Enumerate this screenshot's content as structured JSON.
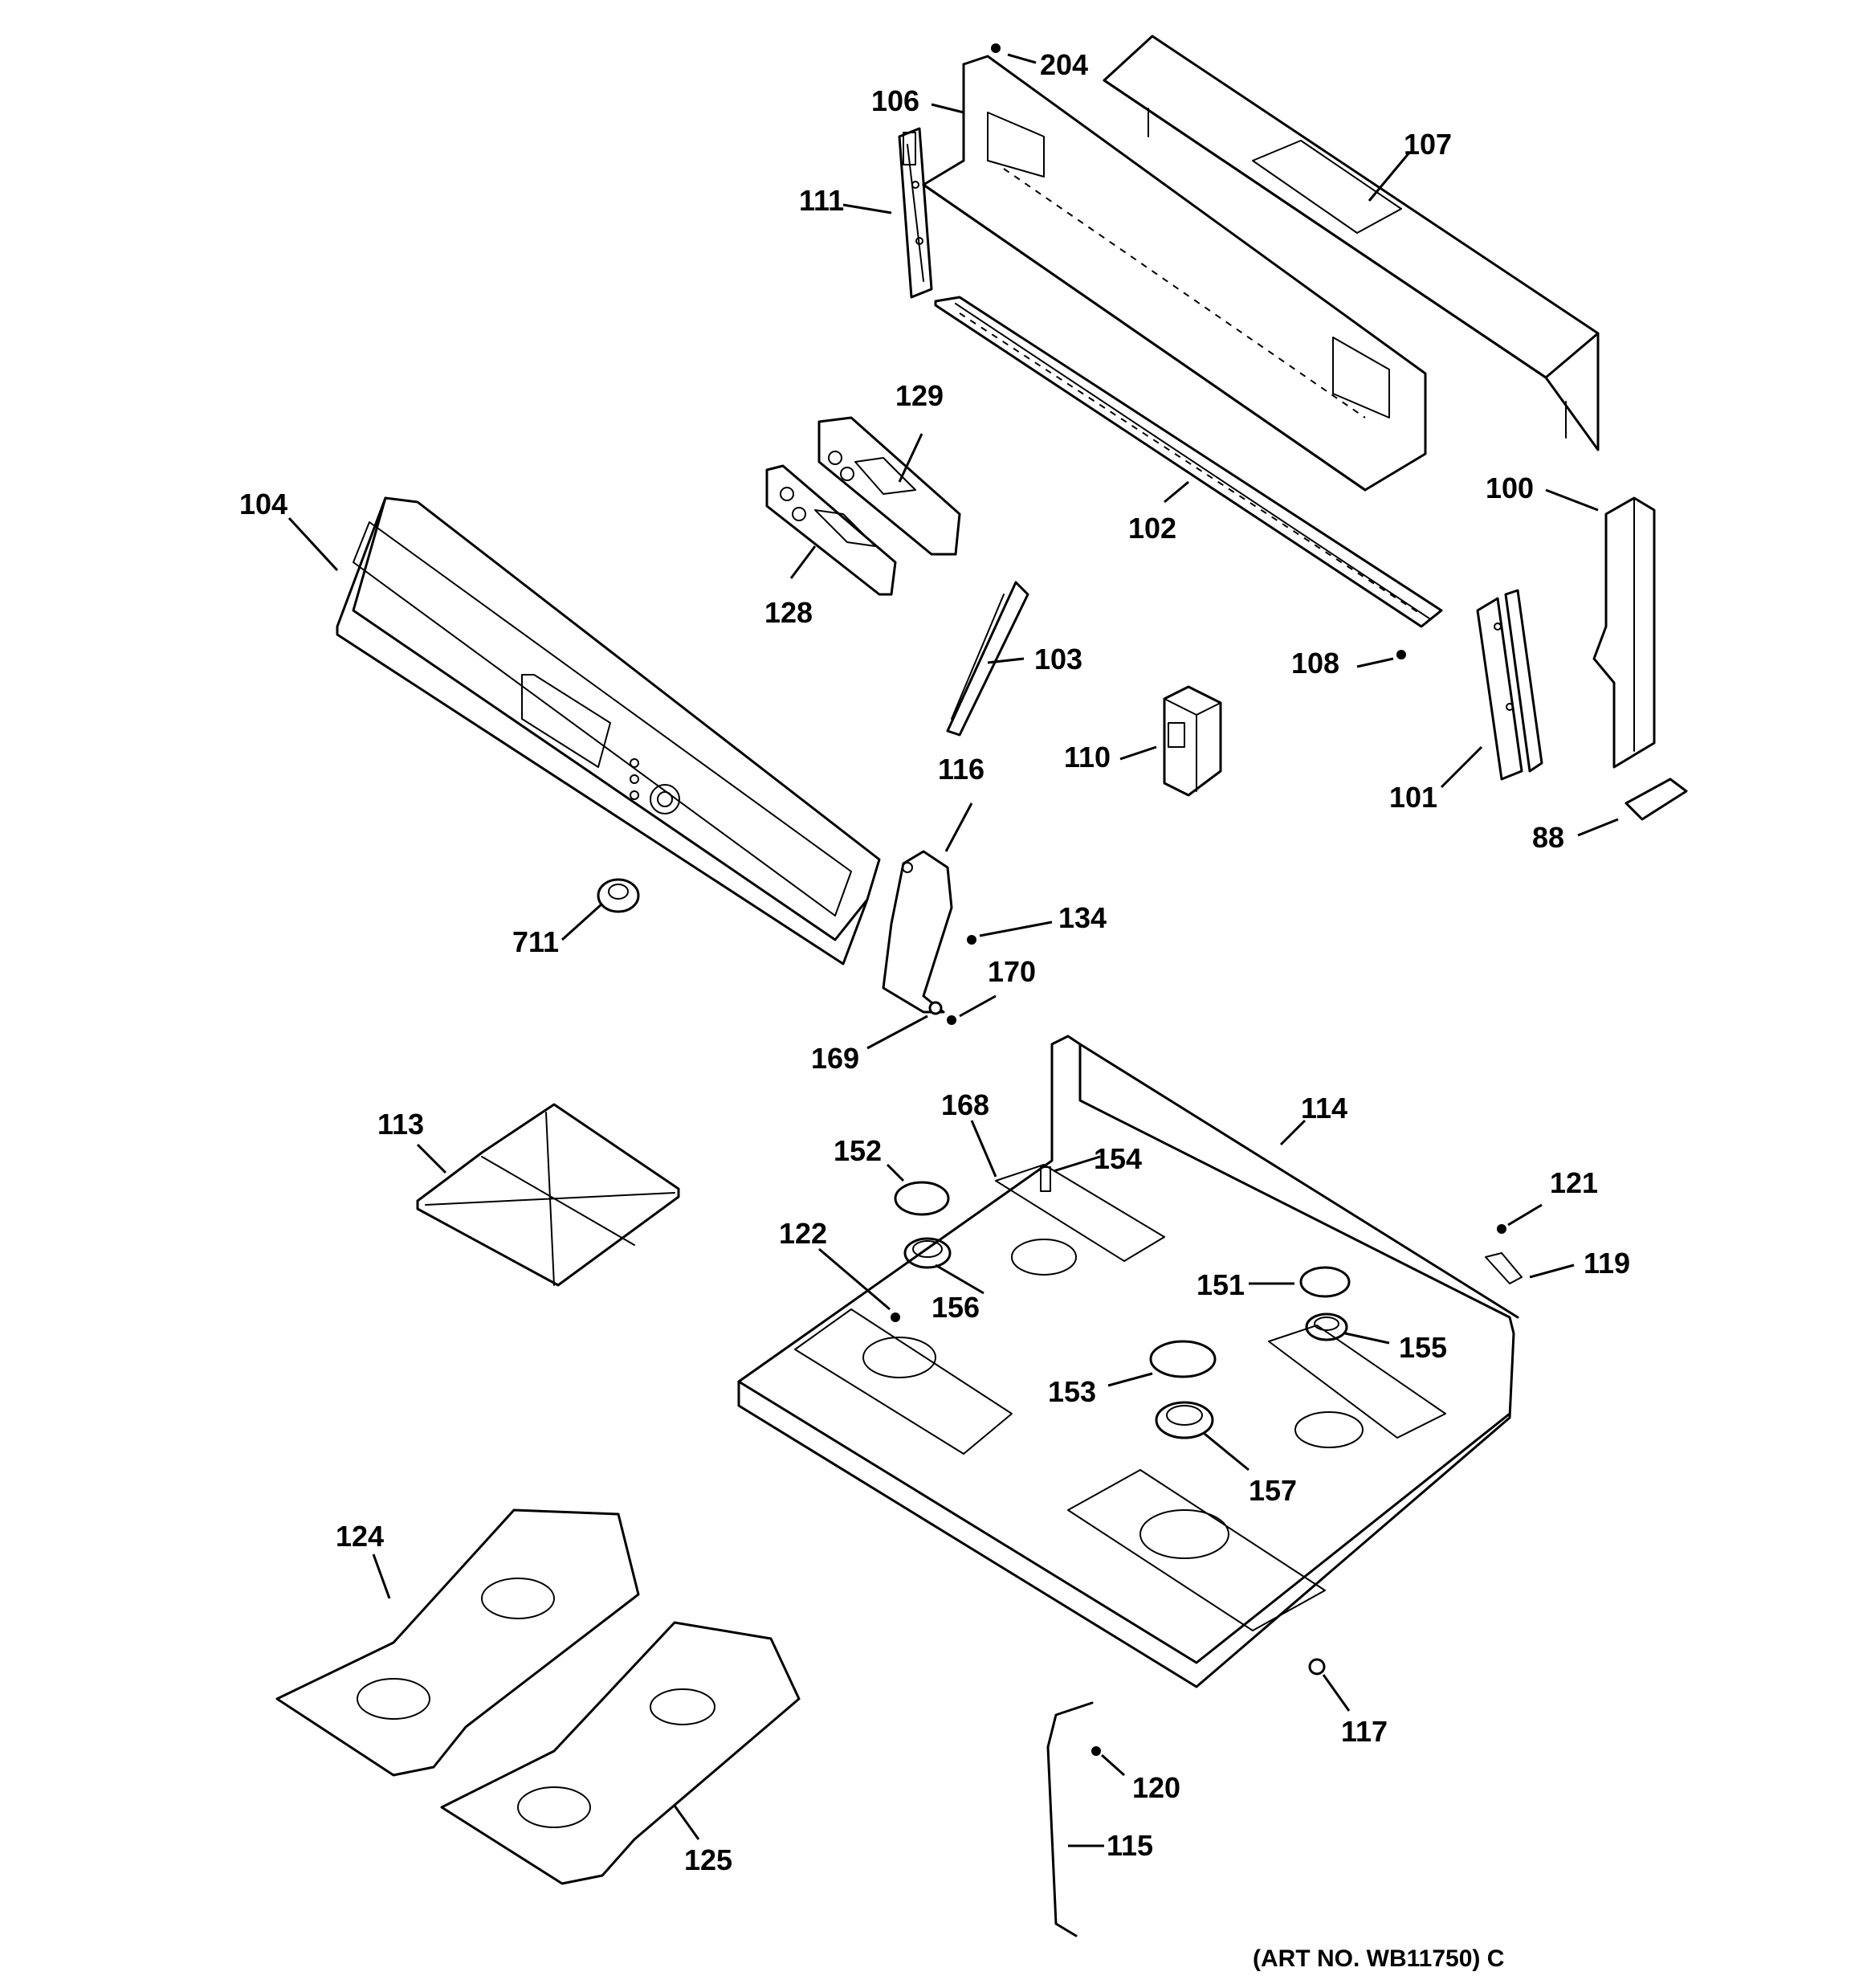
{
  "callouts": [
    {
      "id": "c204",
      "text": "204"
    },
    {
      "id": "c106",
      "text": "106"
    },
    {
      "id": "c107",
      "text": "107"
    },
    {
      "id": "c111",
      "text": "111"
    },
    {
      "id": "c129",
      "text": "129"
    },
    {
      "id": "c104",
      "text": "104"
    },
    {
      "id": "c102",
      "text": "102"
    },
    {
      "id": "c100",
      "text": "100"
    },
    {
      "id": "c128",
      "text": "128"
    },
    {
      "id": "c103",
      "text": "103"
    },
    {
      "id": "c108",
      "text": "108"
    },
    {
      "id": "c110",
      "text": "110"
    },
    {
      "id": "c116",
      "text": "116"
    },
    {
      "id": "c101",
      "text": "101"
    },
    {
      "id": "c88",
      "text": "88"
    },
    {
      "id": "c134",
      "text": "134"
    },
    {
      "id": "c711",
      "text": "711"
    },
    {
      "id": "c170",
      "text": "170"
    },
    {
      "id": "c169",
      "text": "169"
    },
    {
      "id": "c113",
      "text": "113"
    },
    {
      "id": "c168",
      "text": "168"
    },
    {
      "id": "c114",
      "text": "114"
    },
    {
      "id": "c152",
      "text": "152"
    },
    {
      "id": "c154",
      "text": "154"
    },
    {
      "id": "c121",
      "text": "121"
    },
    {
      "id": "c122",
      "text": "122"
    },
    {
      "id": "c119",
      "text": "119"
    },
    {
      "id": "c151",
      "text": "151"
    },
    {
      "id": "c156",
      "text": "156"
    },
    {
      "id": "c155",
      "text": "155"
    },
    {
      "id": "c153",
      "text": "153"
    },
    {
      "id": "c157",
      "text": "157"
    },
    {
      "id": "c124",
      "text": "124"
    },
    {
      "id": "c117",
      "text": "117"
    },
    {
      "id": "c120",
      "text": "120"
    },
    {
      "id": "c115",
      "text": "115"
    },
    {
      "id": "c125",
      "text": "125"
    }
  ],
  "art_number": "(ART NO. WB11750) C"
}
